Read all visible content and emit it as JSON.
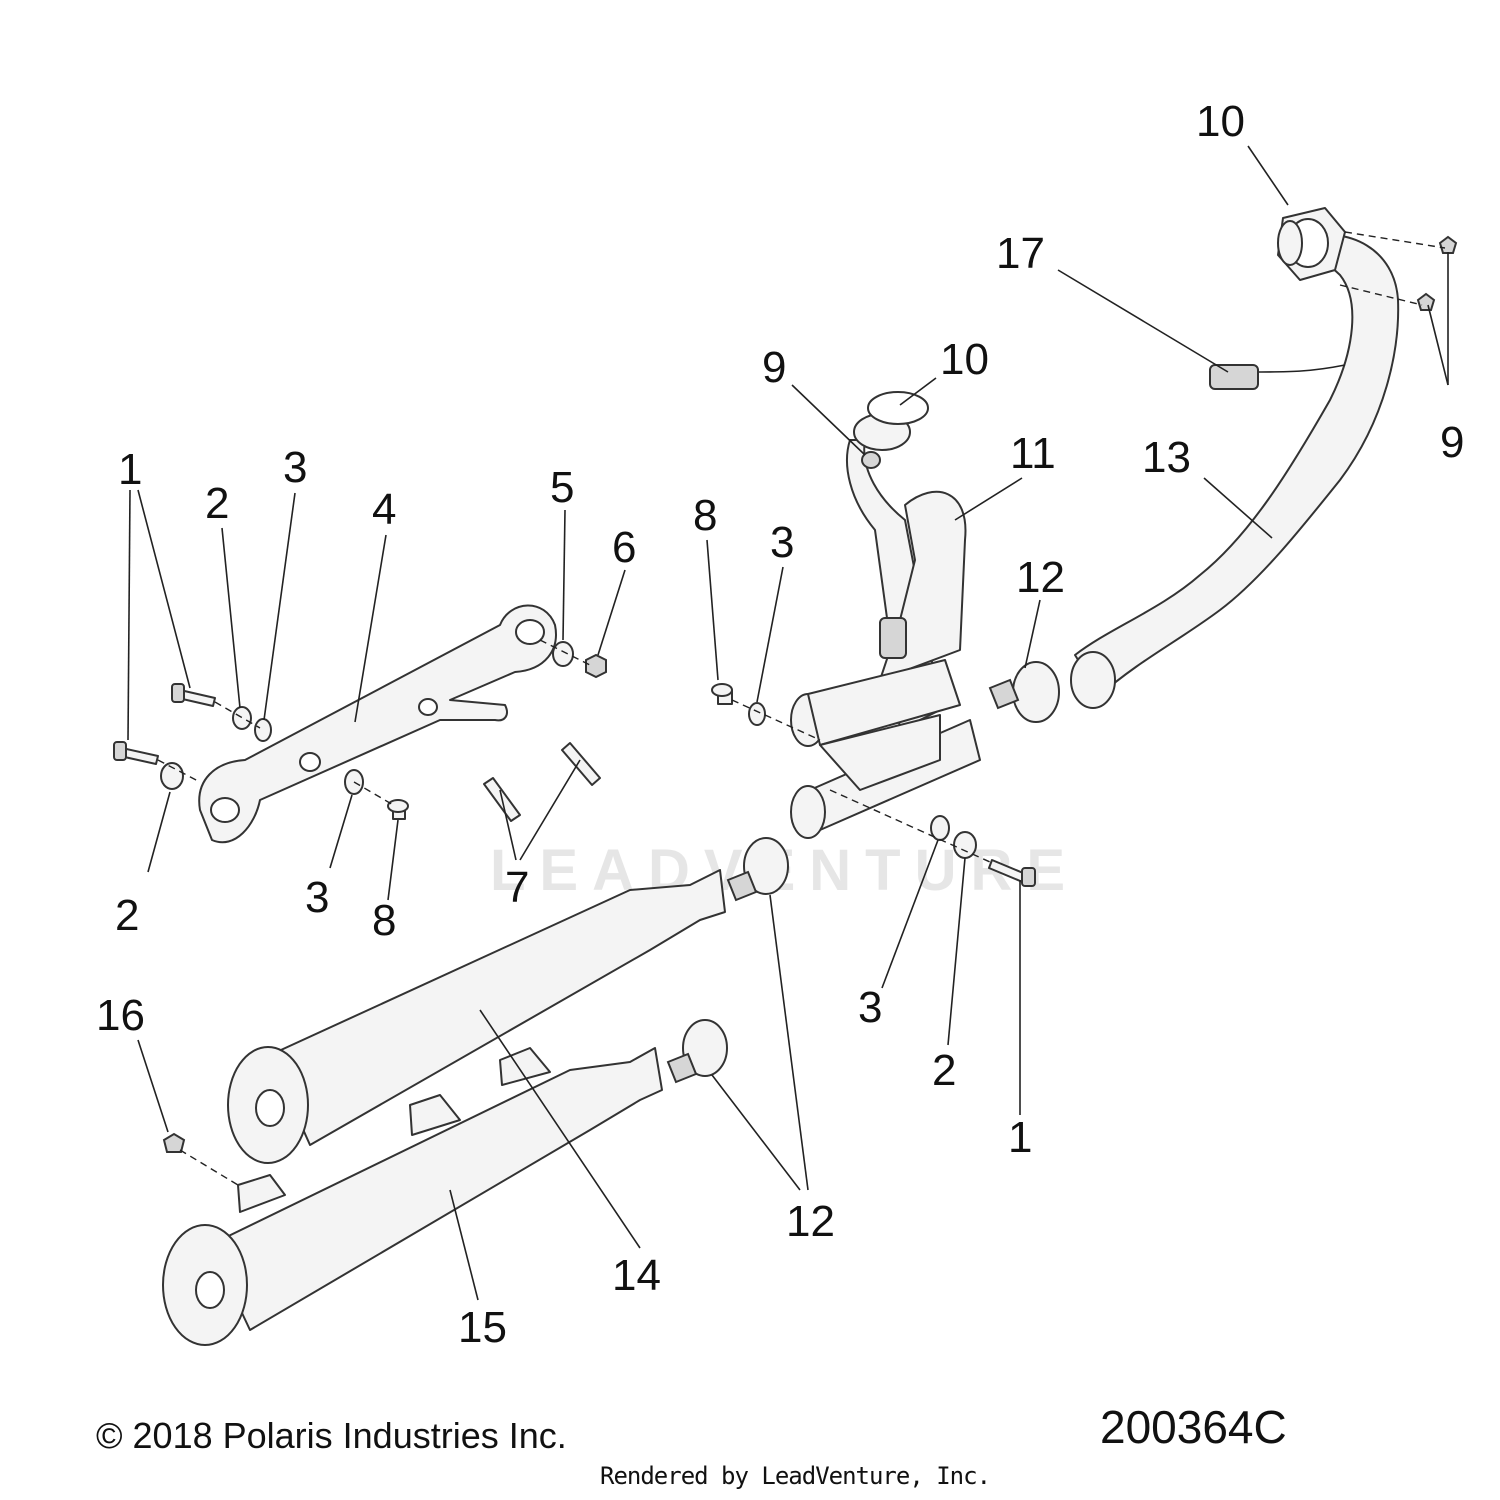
{
  "watermark": "LEADVENTURE",
  "callouts": [
    {
      "id": "c10a",
      "label": "10"
    },
    {
      "id": "c17",
      "label": "17"
    },
    {
      "id": "c9a",
      "label": "9"
    },
    {
      "id": "c10b",
      "label": "10"
    },
    {
      "id": "c11",
      "label": "11"
    },
    {
      "id": "c13",
      "label": "13"
    },
    {
      "id": "c9b",
      "label": "9"
    },
    {
      "id": "c1a",
      "label": "1"
    },
    {
      "id": "c2a",
      "label": "2"
    },
    {
      "id": "c3a",
      "label": "3"
    },
    {
      "id": "c4",
      "label": "4"
    },
    {
      "id": "c5",
      "label": "5"
    },
    {
      "id": "c6",
      "label": "6"
    },
    {
      "id": "c8a",
      "label": "8"
    },
    {
      "id": "c3b",
      "label": "3"
    },
    {
      "id": "c12a",
      "label": "12"
    },
    {
      "id": "c2b",
      "label": "2"
    },
    {
      "id": "c3c",
      "label": "3"
    },
    {
      "id": "c8b",
      "label": "8"
    },
    {
      "id": "c7",
      "label": "7"
    },
    {
      "id": "c3d",
      "label": "3"
    },
    {
      "id": "c2c",
      "label": "2"
    },
    {
      "id": "c1b",
      "label": "1"
    },
    {
      "id": "c16",
      "label": "16"
    },
    {
      "id": "c12b",
      "label": "12"
    },
    {
      "id": "c14",
      "label": "14"
    },
    {
      "id": "c15",
      "label": "15"
    }
  ],
  "footer": {
    "copyright": "© 2018 Polaris Industries Inc.",
    "drawing_number": "200364C",
    "rendered_by": "Rendered by LeadVenture, Inc."
  }
}
